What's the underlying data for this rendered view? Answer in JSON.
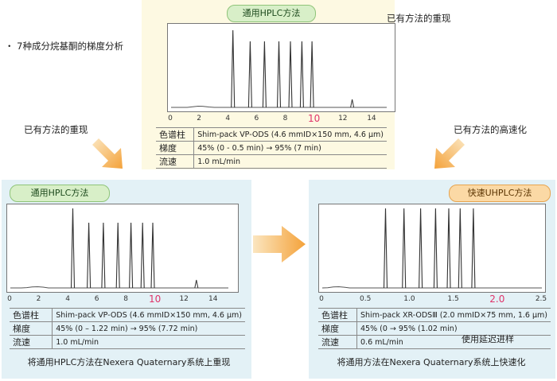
{
  "side_note": "・ 7种成分烷基酮的梯度分析",
  "labels": {
    "reproduce_top": "已有方法的重现",
    "reproduce_left": "已有方法的重现",
    "speedup_right": "已有方法的高速化"
  },
  "panels": {
    "top": {
      "method_label": "通用HPLC方法",
      "ticks": [
        "0",
        "2",
        "4",
        "6",
        "8",
        "10",
        "12",
        "14"
      ],
      "highlight_tick": "10",
      "info": [
        {
          "key": "色谱柱",
          "value": "Shim-pack VP-ODS (4.6 mmID×150 mm, 4.6 μm)"
        },
        {
          "key": "梯度",
          "value": "45% (0 - 0.5 min) → 95% (7 min)"
        },
        {
          "key": "流速",
          "value": "1.0 mL/min"
        }
      ]
    },
    "left": {
      "method_label": "通用HPLC方法",
      "ticks": [
        "0",
        "2",
        "4",
        "6",
        "8",
        "10",
        "12",
        "14"
      ],
      "highlight_tick": "10",
      "info": [
        {
          "key": "色谱柱",
          "value": "Shim-pack VP-ODS (4.6 mmID×150 mm, 4.6 μm)"
        },
        {
          "key": "梯度",
          "value": "45% (0 – 1.22 min) → 95% (7.72 min)"
        },
        {
          "key": "流速",
          "value": "1.0 mL/min"
        }
      ],
      "caption": "将通用HPLC方法在Nexera Quaternary系统上重现"
    },
    "right": {
      "method_label": "快速UHPLC方法",
      "ticks": [
        "0",
        "0.5",
        "1.0",
        "1.5",
        "2.0",
        "2.5"
      ],
      "highlight_tick": "2.0",
      "info": [
        {
          "key": "色谱柱",
          "value": "Shim-pack XR-ODSⅢ (2.0 mmID×75 mm, 1.6 μm)"
        },
        {
          "key": "梯度",
          "value": "45% (0 → 95% (1.02 min)"
        },
        {
          "key": "流速",
          "value": "0.6 mL/min"
        }
      ],
      "delay_note": "使用延迟进样",
      "caption": "将通用方法在Nexera Quaternary系统上快速化"
    }
  },
  "colors": {
    "highlight": "#e0336a",
    "arrow": "#f4a23a",
    "panel_blue": "#e3f1f6",
    "panel_yellow": "#fdf9e2"
  },
  "chart_data": [
    {
      "type": "line",
      "xlim": [
        0,
        15
      ],
      "x_ticks": [
        0,
        2,
        4,
        6,
        8,
        10,
        12,
        14
      ],
      "peaks_x": [
        4.3,
        5.5,
        6.5,
        7.5,
        8.3,
        9.1,
        9.8
      ],
      "minor_peak_x": 12.6,
      "baseline_drift": [
        1.2,
        2.8
      ]
    },
    {
      "type": "line",
      "xlim": [
        0,
        15
      ],
      "x_ticks": [
        0,
        2,
        4,
        6,
        8,
        10,
        12,
        14
      ],
      "peaks_x": [
        4.3,
        5.4,
        6.4,
        7.4,
        8.3,
        9.1,
        9.8
      ],
      "minor_peak_x": 12.8,
      "baseline_drift": [
        1.0,
        2.6
      ]
    },
    {
      "type": "line",
      "xlim": [
        0,
        2.5
      ],
      "x_ticks": [
        0,
        0.5,
        1.0,
        1.5,
        2.0,
        2.5
      ],
      "peaks_x": [
        0.72,
        0.93,
        1.12,
        1.29,
        1.44,
        1.57,
        1.72
      ],
      "baseline_drift": [
        0.05,
        0.3
      ]
    }
  ]
}
